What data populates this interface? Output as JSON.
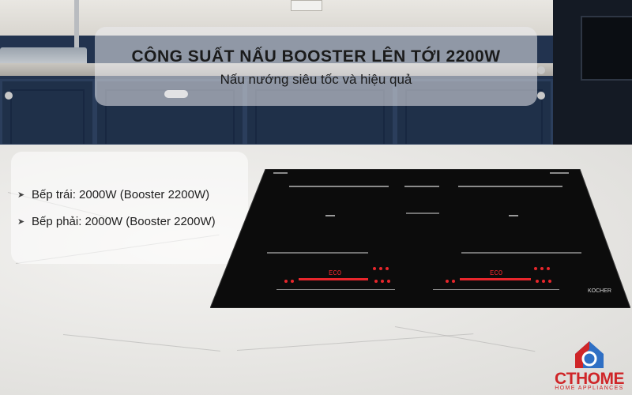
{
  "banner": {
    "title": "CÔNG SUẤT NẤU BOOSTER LÊN TỚI 2200W",
    "subtitle": "Nấu nướng siêu tốc và hiệu quả"
  },
  "features": [
    {
      "icon": "arrow-bullet-icon",
      "text": "Bếp trái: 2000W (Booster 2200W)"
    },
    {
      "icon": "arrow-bullet-icon",
      "text": "Bếp phải: 2000W (Booster 2200W)"
    }
  ],
  "cooktop": {
    "brand": "KOCHER",
    "left_display": "ECO",
    "right_display": "ECO"
  },
  "logo": {
    "name": "CTHOME",
    "tagline": "HOME APPLIANCES",
    "accent": "#cf2528",
    "secondary": "#2f6fc4"
  },
  "colors": {
    "cabinet": "#22334f",
    "cooktop_glass": "#0c0c0c",
    "control_red": "#e8262c"
  }
}
